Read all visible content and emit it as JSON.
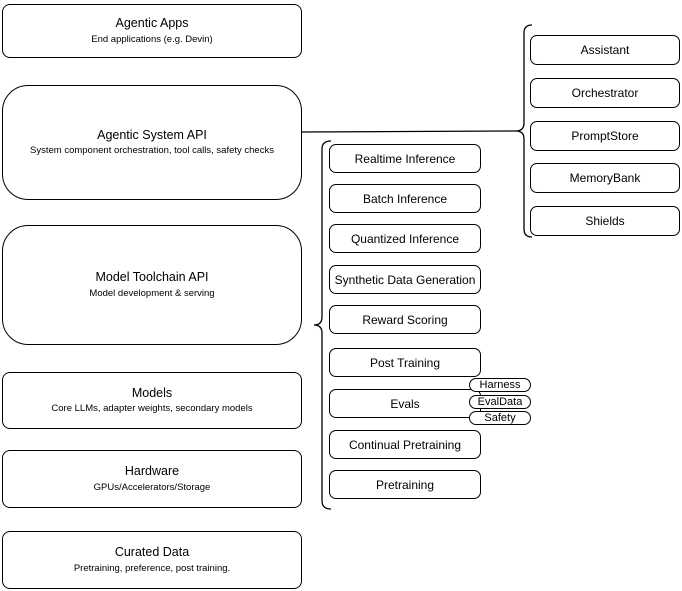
{
  "diagram": {
    "stack": [
      {
        "title": "Agentic Apps",
        "subtitle": "End applications (e.g. Devin)"
      },
      {
        "title": "Agentic System API",
        "subtitle": "System component orchestration, tool calls, safety checks"
      },
      {
        "title": "Model Toolchain API",
        "subtitle": "Model development & serving"
      },
      {
        "title": "Models",
        "subtitle": "Core LLMs, adapter weights, secondary models"
      },
      {
        "title": "Hardware",
        "subtitle": "GPUs/Accelerators/Storage"
      },
      {
        "title": "Curated Data",
        "subtitle": "Pretraining, preference, post training."
      }
    ],
    "toolchain_group": {
      "boxes": [
        "Realtime Inference",
        "Batch Inference",
        "Quantized Inference",
        "Synthetic Data Generation",
        "Reward Scoring",
        "Post Training",
        "Evals",
        "Continual Pretraining",
        "Pretraining"
      ],
      "evals_tags": [
        "Harness",
        "EvalData",
        "Safety"
      ]
    },
    "system_group": {
      "boxes": [
        "Assistant",
        "Orchestrator",
        "PromptStore",
        "MemoryBank",
        "Shields"
      ]
    },
    "colors": {
      "stroke": "#000000",
      "fill": "#ffffff",
      "text": "#000000"
    }
  }
}
